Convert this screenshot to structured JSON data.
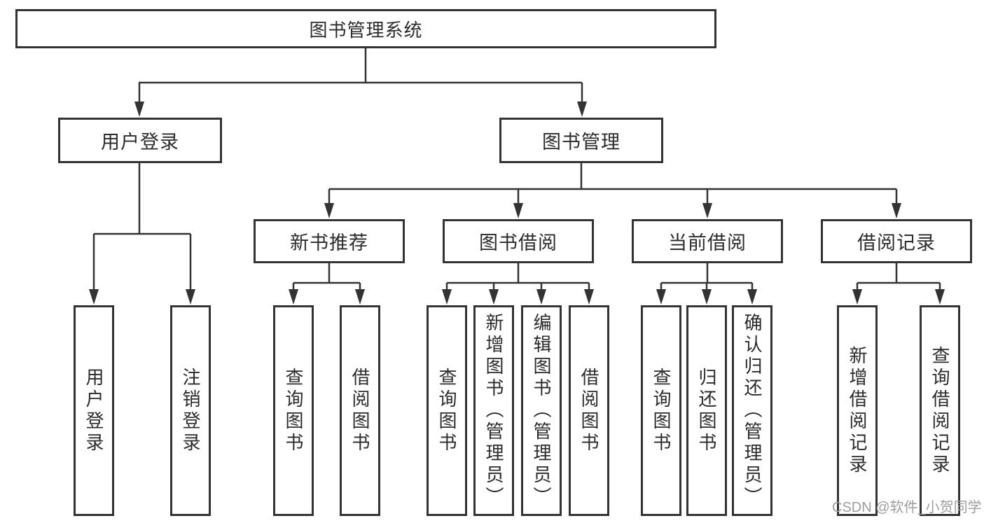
{
  "colors": {
    "line": "#333333",
    "text": "#2b2b2b",
    "background": "#ffffff",
    "watermark": "#9e9e9e"
  },
  "watermark": {
    "text": "CSDN @软件_小贺同学"
  },
  "tree": {
    "root": {
      "label": "图书管理系统"
    },
    "level2": {
      "user_login": {
        "label": "用户登录"
      },
      "book_management": {
        "label": "图书管理"
      }
    },
    "level3": {
      "new_book_recommend": {
        "label": "新书推荐"
      },
      "book_borrowing": {
        "label": "图书借阅"
      },
      "current_borrowing": {
        "label": "当前借阅"
      },
      "borrowing_records": {
        "label": "借阅记录"
      }
    },
    "leaves": {
      "login_user_login": {
        "label": "用户登录"
      },
      "login_logout": {
        "label": "注销登录"
      },
      "recommend_query_book": {
        "label": "查询图书"
      },
      "recommend_borrow_book": {
        "label": "借阅图书"
      },
      "borrowing_query_book": {
        "label": "查询图书"
      },
      "borrowing_add_book_admin": {
        "label": "新增图书（管理员）"
      },
      "borrowing_edit_book_admin": {
        "label": "编辑图书（管理员）"
      },
      "borrowing_borrow_book": {
        "label": "借阅图书"
      },
      "current_query_book": {
        "label": "查询图书"
      },
      "current_return_book": {
        "label": "归还图书"
      },
      "current_confirm_return_admin": {
        "label": "确认归还（管理员）"
      },
      "records_add_borrow_record": {
        "label": "新增借阅记录"
      },
      "records_query_borrow_record": {
        "label": "查询借阅记录"
      }
    }
  }
}
